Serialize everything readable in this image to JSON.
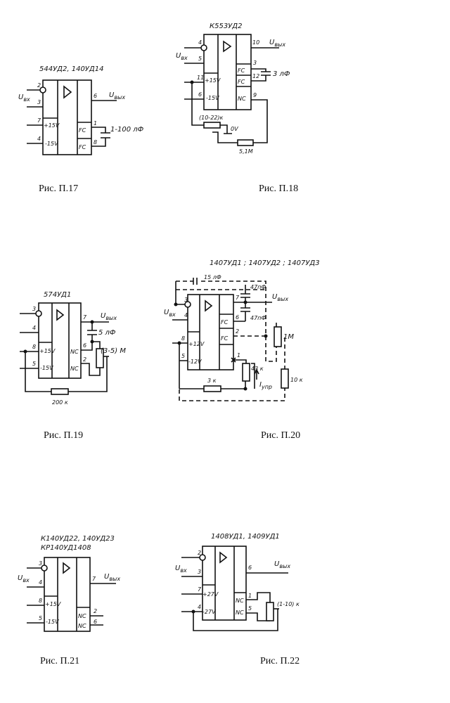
{
  "figures": [
    {
      "caption": "Рис. П.17",
      "title": "544УД2, 140УД14",
      "in": "U",
      "in_sub": "вх",
      "out": "U",
      "out_sub": "вых",
      "pins": [
        "2",
        "3",
        "7",
        "4",
        "6",
        "1",
        "8"
      ],
      "supply": [
        "+15V",
        "-15V"
      ],
      "fc": [
        "FC",
        "FC"
      ],
      "cap": "1-100 лФ"
    },
    {
      "caption": "Рис. П.18",
      "title": "К553УД2",
      "in": "U",
      "in_sub": "вх",
      "out": "U",
      "out_sub": "вых",
      "pins": [
        "4",
        "5",
        "11",
        "6",
        "10",
        "3",
        "12",
        "9"
      ],
      "supply": [
        "+15V",
        "-15V"
      ],
      "fc": [
        "FC",
        "FC"
      ],
      "nc": "NC",
      "cap": "3 лФ",
      "pot": "(10-22)к",
      "ground": "0V",
      "res": "5,1M"
    },
    {
      "caption": "Рис. П.19",
      "title": "574УД1",
      "out": "U",
      "out_sub": "вых",
      "pins": [
        "3",
        "4",
        "8",
        "5",
        "7",
        "6",
        "2"
      ],
      "supply": [
        "+15V",
        "-15V"
      ],
      "nc": [
        "NC",
        "NC"
      ],
      "cap": "5 лФ",
      "pot": "(3-5) M",
      "res": "200 к"
    },
    {
      "caption": "Рис. П.20",
      "title": "1407УД1 ; 1407УД2 ; 1407УД3",
      "in": "U",
      "in_sub": "вх",
      "out": "U",
      "out_sub": "вых",
      "pins": [
        "3",
        "4",
        "8",
        "5",
        "7",
        "6",
        "2",
        "1"
      ],
      "supply": [
        "+12V",
        "-12V"
      ],
      "fc": [
        "FC",
        "FC"
      ],
      "cap1": "15 лФ",
      "cap2": "47пФ",
      "cap3": "47пФ",
      "pot": "1M",
      "res1": "43 к",
      "res2": "3 к",
      "res3": "10 к",
      "current": "I",
      "current_sub": "упр"
    },
    {
      "caption": "Рис. П.21",
      "title": "К140УД22, 140УД23",
      "title2": "КР140УД1408",
      "in": "U",
      "in_sub": "вх",
      "out": "U",
      "out_sub": "вых",
      "pins": [
        "3",
        "4",
        "8",
        "5",
        "7",
        "2",
        "6"
      ],
      "supply": [
        "+15V",
        "-15V"
      ],
      "nc": [
        "NC",
        "NC"
      ]
    },
    {
      "caption": "Рис. П.22",
      "title": "1408УД1, 1409УД1",
      "in": "U",
      "in_sub": "вх",
      "out": "U",
      "out_sub": "вых",
      "pins": [
        "2",
        "3",
        "7",
        "4",
        "6",
        "1",
        "5"
      ],
      "supply": [
        "+27V",
        "-27V"
      ],
      "nc": [
        "NC",
        "NC"
      ],
      "pot": "(1-10) к"
    }
  ]
}
